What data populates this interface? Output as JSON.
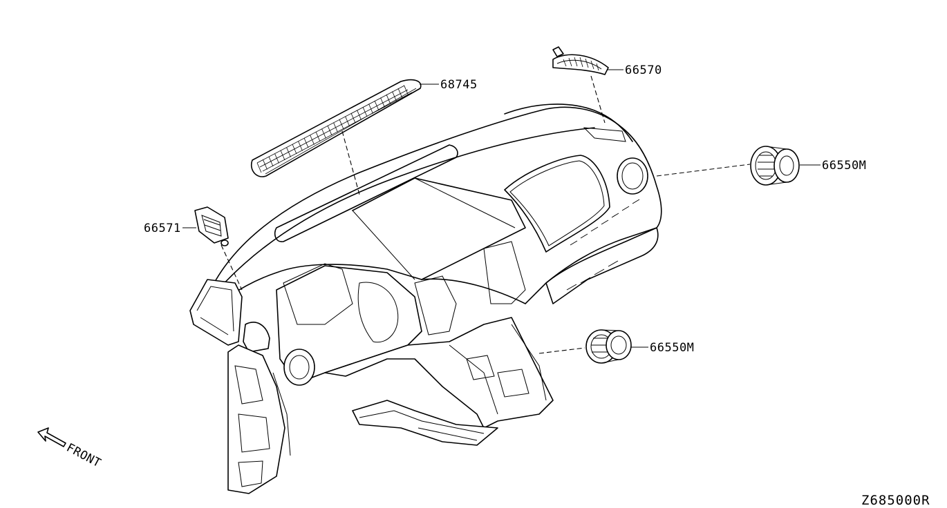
{
  "parts": [
    {
      "id": "p68745",
      "number": "68745"
    },
    {
      "id": "p66570",
      "number": "66570"
    },
    {
      "id": "p66550a",
      "number": "66550M"
    },
    {
      "id": "p66571",
      "number": "66571"
    },
    {
      "id": "p66550b",
      "number": "66550M"
    }
  ],
  "direction": {
    "label": "FRONT"
  },
  "diagram_code": "Z685000R"
}
